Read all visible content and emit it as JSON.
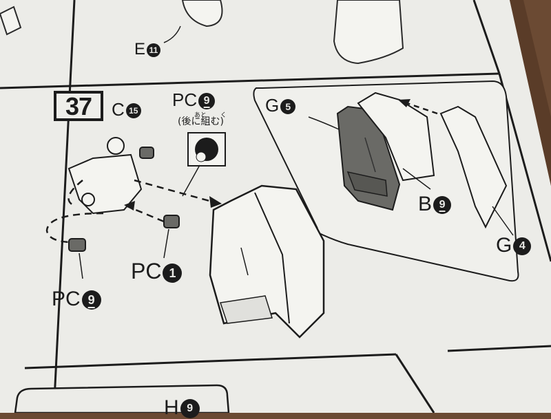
{
  "step_number": "37",
  "assembly_note": "(後に組む)",
  "ruby": [
    "あと",
    "く"
  ],
  "parts": {
    "top": {
      "prefix": "E",
      "number": "11"
    },
    "c15": {
      "prefix": "C",
      "number": "15"
    },
    "pc9_top": {
      "prefix": "PC",
      "number": "9"
    },
    "pc1": {
      "prefix": "PC",
      "number": "1"
    },
    "pc9_bottom": {
      "prefix": "PC",
      "number": "9"
    },
    "g5": {
      "prefix": "G",
      "number": "5"
    },
    "b9": {
      "prefix": "B",
      "number": "9"
    },
    "g4": {
      "prefix": "G",
      "number": "4"
    },
    "bottom_right": {
      "prefix": "H",
      "number": "9"
    }
  },
  "colors": {
    "paper": "#eeeeea",
    "ink": "#1c1c1c",
    "part_gray": "#6a6a66",
    "table_wood": "#6b4a33"
  }
}
